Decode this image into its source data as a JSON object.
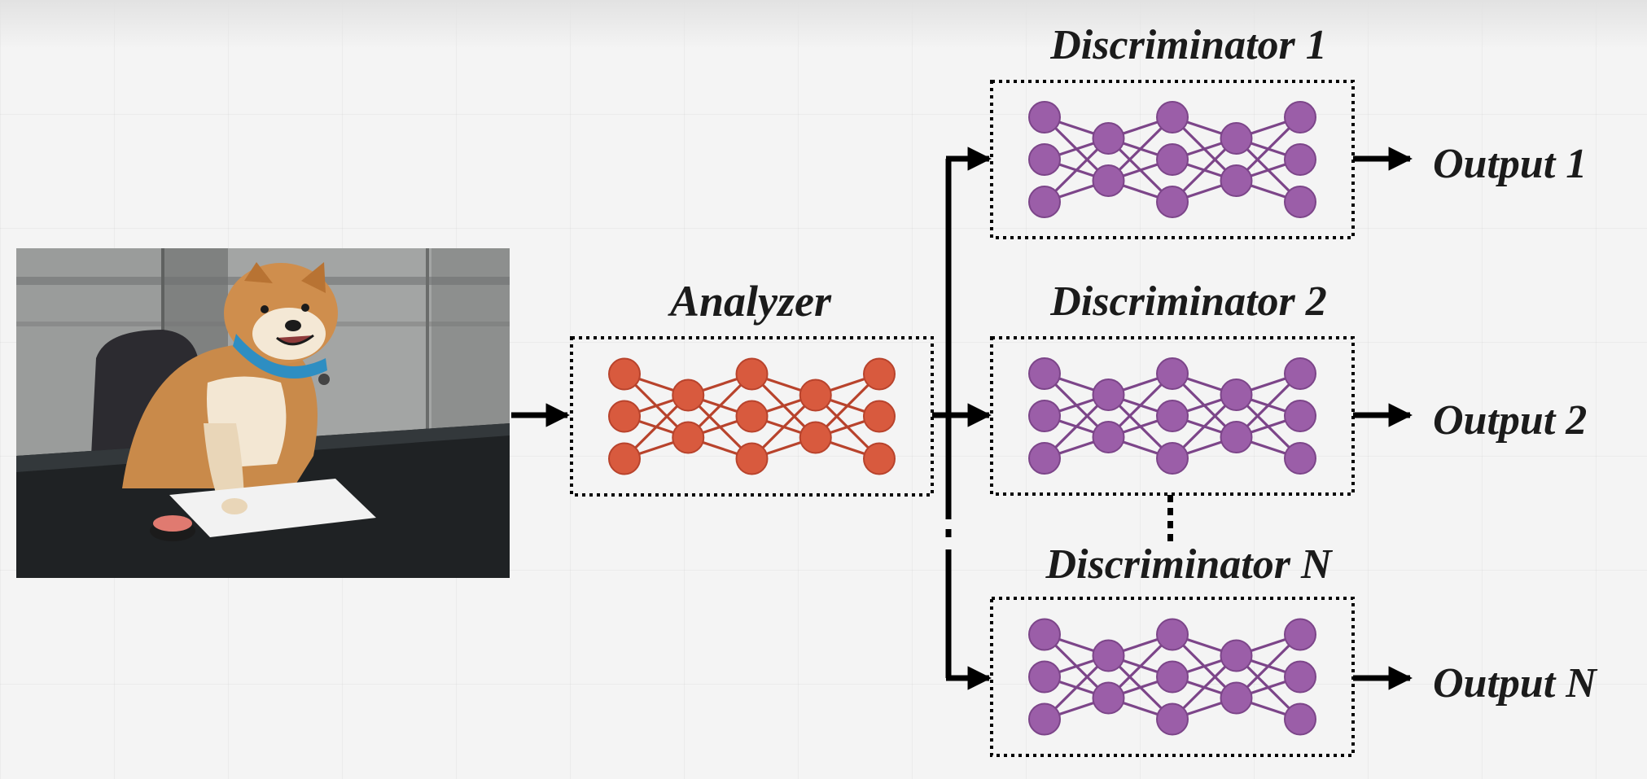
{
  "input_image": {
    "description_icon": "shiba-dog-at-desk-photo"
  },
  "analyzer": {
    "label": "Analyzer",
    "node_color": "#d85a3e",
    "edge_color": "#b8432c"
  },
  "discriminators": [
    {
      "label": "Discriminator 1",
      "output": "Output 1"
    },
    {
      "label": "Discriminator 2",
      "output": "Output 2"
    },
    {
      "label": "Discriminator N",
      "output": "Output N"
    }
  ],
  "discriminator_style": {
    "node_color": "#9b5ea8",
    "edge_color": "#7c4589"
  },
  "network_layers": [
    3,
    2,
    3,
    2,
    3
  ]
}
